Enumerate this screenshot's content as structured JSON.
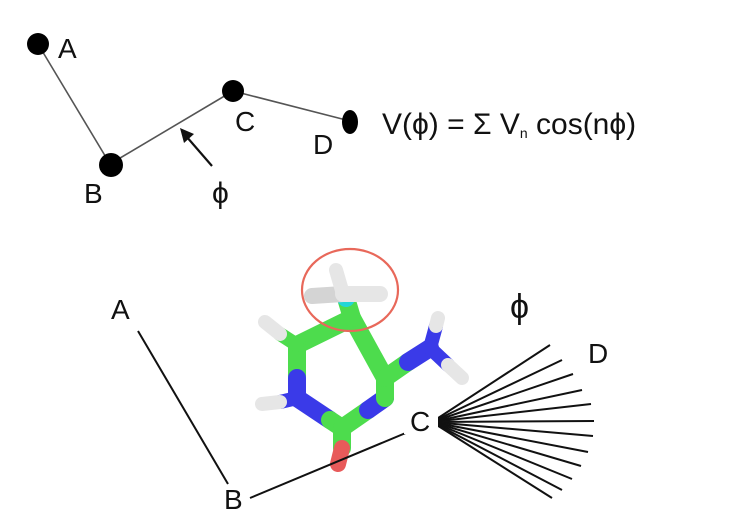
{
  "top": {
    "atoms": [
      {
        "label": "A"
      },
      {
        "label": "B"
      },
      {
        "label": "C"
      },
      {
        "label": "D"
      }
    ],
    "angle_symbol": "ϕ",
    "equation": {
      "lhs": "V(ϕ) = Σ V",
      "subscript": "n",
      "rhs": " cos(nϕ)"
    }
  },
  "bottom": {
    "labels": {
      "a": "A",
      "b": "B",
      "c": "C",
      "d": "D"
    },
    "angle_symbol": "ϕ"
  },
  "colors": {
    "carbon": "#4ddc4d",
    "nitrogen": "#3a3ae8",
    "hydrogen": "#e6e6e6",
    "oxygen": "#e85a5a",
    "highlight_atom": "#22d6d6",
    "highlight_circle": "#e8685a"
  }
}
